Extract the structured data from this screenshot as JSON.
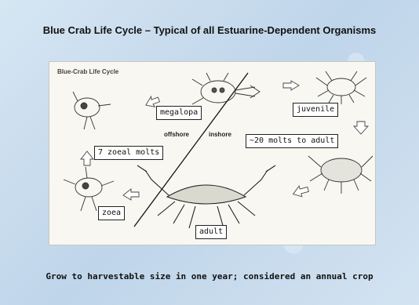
{
  "slide": {
    "title": "Blue Crab Life Cycle – Typical of all Estuarine-Dependent Organisms",
    "caption": "Grow to harvestable size in one year; considered an annual crop"
  },
  "diagram": {
    "panel_title": "Blue-Crab Life Cycle",
    "stages": {
      "megalopa": "megalopa",
      "juvenile": "juvenile",
      "zoeal_molts": "7 zoeal molts",
      "molts_to_adult": "~20 molts to adult",
      "zoea": "zoea",
      "adult": "adult"
    },
    "zones": {
      "offshore": "offshore",
      "inshore": "inshore"
    }
  }
}
